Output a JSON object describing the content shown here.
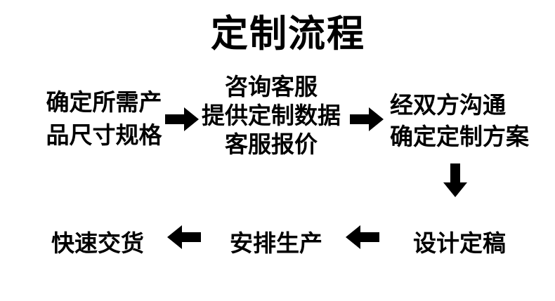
{
  "title": "定制流程",
  "colors": {
    "text": "#000000",
    "background": "#ffffff"
  },
  "steps": {
    "step1": {
      "line1": "确定所需产",
      "line2": "品尺寸规格"
    },
    "step2": {
      "line1": "咨询客服",
      "line2": "提供定制数据",
      "line3": "客服报价"
    },
    "step3": {
      "line1": "经双方沟通",
      "line2": "确定定制方案"
    },
    "step4": {
      "label": "设计定稿"
    },
    "step5": {
      "label": "安排生产"
    },
    "step6": {
      "label": "快速交货"
    }
  },
  "icons": {
    "arrow_right": "right-block-arrow",
    "arrow_left": "left-block-arrow",
    "arrow_down": "down-block-arrow"
  }
}
